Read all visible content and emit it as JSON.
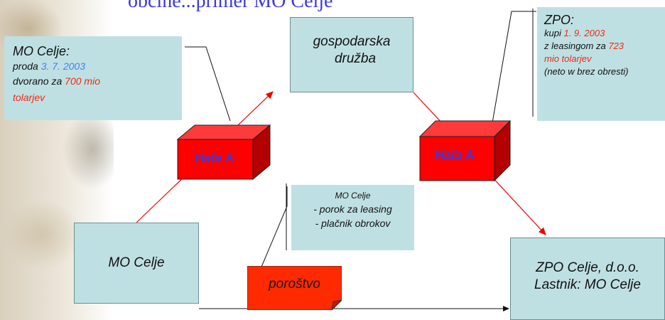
{
  "title": "občine...primer MO Celje",
  "mo_celje_callout": {
    "heading": "MO Celje:",
    "line1_prefix": "proda ",
    "line1_date": "3. 7. 2003",
    "line2_prefix": "dvorano za ",
    "line2_amount": "700 mio",
    "line3_amount": "tolarjev"
  },
  "gospodarska_box": {
    "line1": "gospodarska",
    "line2": "družba"
  },
  "zpo_callout": {
    "heading": "ZPO:",
    "line1_prefix": "kupi ",
    "line1_date": "1. 9. 2003",
    "line2_prefix": "z leasingom za ",
    "line2_amount": "723",
    "line3_amount": "mio tolarjev",
    "line4": "(neto w brez obresti)"
  },
  "hala_left": "Hala A",
  "hala_right": "Hala A",
  "guarantee_callout": {
    "line1": "MO Celje",
    "line2": "- porok za leasing",
    "line3": "- plačnik obrokov"
  },
  "mo_celje_box": "MO Celje",
  "porostvo_note": "poroštvo",
  "zpo_box": {
    "line1": "ZPO Celje, d.o.o.",
    "line2": "Lastnik: MO Celje"
  },
  "colors": {
    "box_fill": "#bfe0e3",
    "cube_front": "#ff0000",
    "note_fill": "#ff2a00",
    "arrow_red": "#ee0000",
    "accent_red_text": "#ee2a12",
    "accent_blue_text": "#4a7af0"
  }
}
